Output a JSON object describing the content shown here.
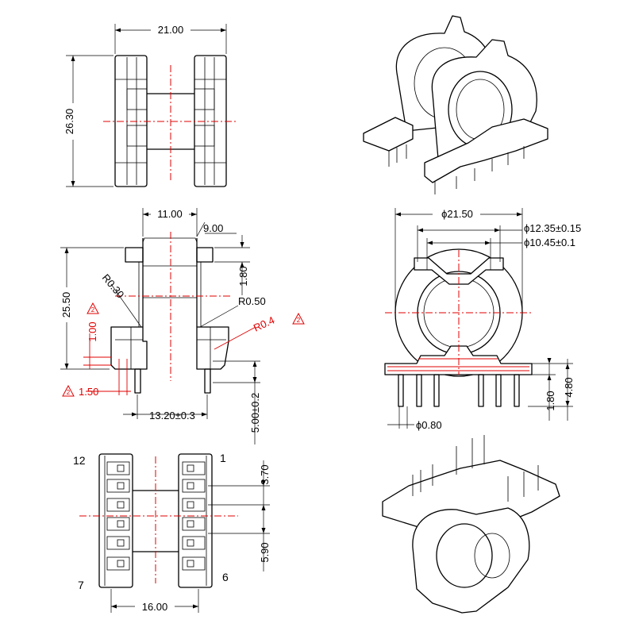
{
  "dimensions": {
    "top_width": "21.00",
    "top_height": "26.30",
    "side_core_width": "11.00",
    "side_inner": "9.00",
    "side_height": "25.50",
    "side_flange": "1.80",
    "side_radius_a": "R0.30",
    "side_radius_b": "R0.50",
    "side_radius_c": "R0.4",
    "side_pin_offset": "1.00",
    "side_pin_gap": "1.50",
    "side_pin_span": "13.20±0.3",
    "side_pin_length": "5.00±0.2",
    "front_outer_dia": "ϕ21.50",
    "front_flange_dia": "ϕ12.35±0.15",
    "front_bore_dia": "ϕ10.45±0.1",
    "front_pin_step": "1.80",
    "front_pin_height": "4.80",
    "front_pin_dia": "ϕ0.80",
    "bottom_pitch": "3.70",
    "bottom_row_gap": "5.90",
    "bottom_span": "16.00"
  },
  "notes": {
    "revision_mark": "2"
  },
  "pins": {
    "p12": "12",
    "p1": "1",
    "p7": "7",
    "p6": "6"
  },
  "colors": {
    "outline": "#000000",
    "centerline": "#e00000",
    "revision": "#e00000"
  }
}
